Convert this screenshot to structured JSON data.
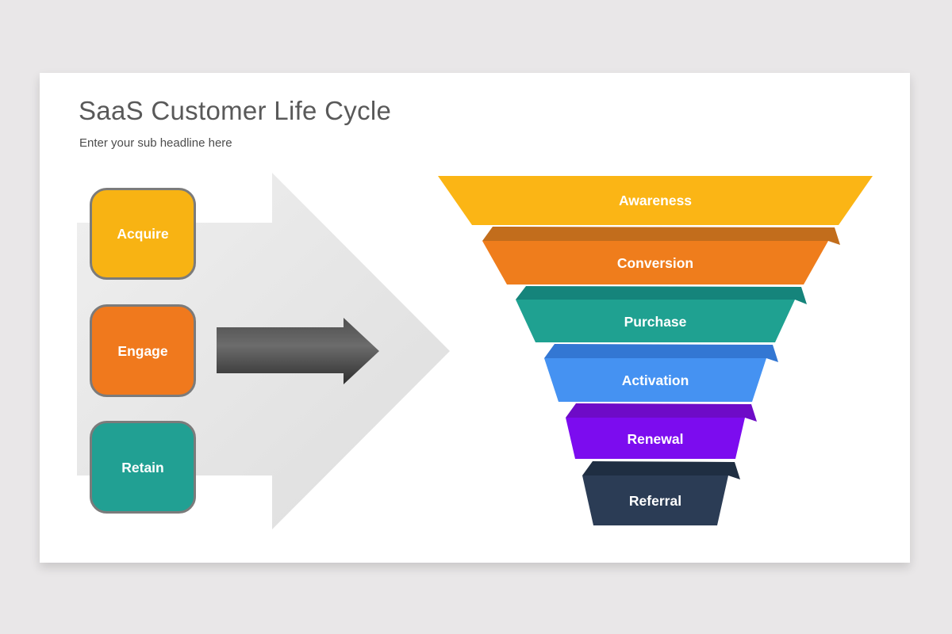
{
  "slide": {
    "title": "SaaS Customer Life Cycle",
    "subtitle": "Enter your sub headline here"
  },
  "colors": {
    "canvas_background": "#e9e7e8",
    "card_background": "#ffffff",
    "title_text": "#595959",
    "subtitle_text": "#4c4c4c",
    "box_border": "#7b7b7b",
    "box_label_text": "#ffffff",
    "funnel_label_text": "#ffffff",
    "background_arrow_light": "#e8e8e8",
    "foreground_arrow_dark": "#4f4f4f"
  },
  "process_boxes": [
    {
      "label": "Acquire",
      "color": "#f8b313"
    },
    {
      "label": "Engage",
      "color": "#f0791d"
    },
    {
      "label": "Retain",
      "color": "#21a093"
    }
  ],
  "funnel": {
    "stages": [
      {
        "label": "Awareness",
        "color": "#fbb515",
        "flap_color": "#fbb515"
      },
      {
        "label": "Conversion",
        "color": "#ef7d1c",
        "flap_color": "#c26d1c"
      },
      {
        "label": "Purchase",
        "color": "#1fa191",
        "flap_color": "#15847b"
      },
      {
        "label": "Activation",
        "color": "#4592f2",
        "flap_color": "#3377d3"
      },
      {
        "label": "Renewal",
        "color": "#7c0cef",
        "flap_color": "#6e0bc7"
      },
      {
        "label": "Referral",
        "color": "#2b3c55",
        "flap_color": "#1f2e42"
      }
    ]
  }
}
